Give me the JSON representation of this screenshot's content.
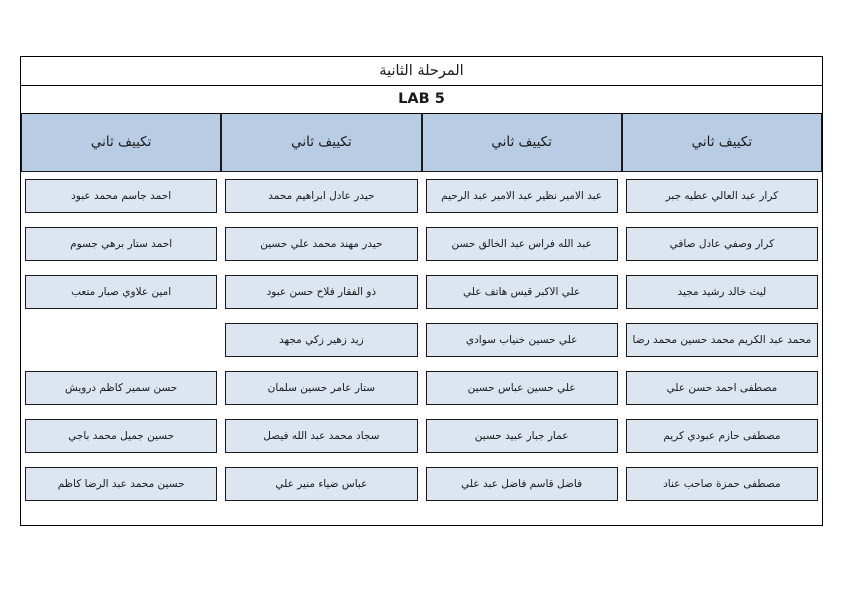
{
  "document": {
    "stage_title": "المرحلة الثانية",
    "lab_title": "LAB 5"
  },
  "colors": {
    "header_fill": "#b8cce4",
    "cell_fill": "#dce6f1",
    "border": "#1a1a1a",
    "text": "#1a1a1a",
    "page_background": "#ffffff"
  },
  "table": {
    "column_headers": [
      "تكييف ثاني",
      "تكييف ثاني",
      "تكييف ثاني",
      "تكييف ثاني"
    ],
    "columns": [
      {
        "header": "تكييف ثاني",
        "students": [
          "كرار عبد العالي عطيه جبر",
          "كرار وصفي عادل صافي",
          "ليث خالد رشيد مجيد",
          "محمد عبد الكريم محمد حسين محمد رضا",
          "مصطفى احمد حسن علي",
          "مصطفى حازم عبودي كريم",
          "مصطفى حمزة صاحب عناد"
        ]
      },
      {
        "header": "تكييف ثاني",
        "students": [
          "عبد الامير نظير عبد الامير عبد الرحيم",
          "عبد الله فراس عبد الخالق حسن",
          "علي الاكبر قيس هاتف علي",
          "علي حسين خنياب سوادي",
          "علي حسين عباس حسين",
          "عمار جبار عبيد حسين",
          "فاضل قاسم فاضل عبد علي"
        ]
      },
      {
        "header": "تكييف ثاني",
        "students": [
          "حيدر عادل ابراهيم محمد",
          "حيدر مهند محمد علي حسين",
          "ذو الفقار فلاح حسن عبود",
          "زيد زهير زكي مجهد",
          "ستار عامر حسين سلمان",
          "سجاد محمد عبد الله فيصل",
          "عباس ضياء منير علي"
        ]
      },
      {
        "header": "تكييف ثاني",
        "students": [
          "احمد جاسم محمد عبود",
          "احمد ستار برهي جسوم",
          "امين علاوي صبار متعب",
          "",
          "حسن سمير كاظم درويش",
          "حسين جميل محمد باجي",
          "حسين محمد عبد الرضا كاظم"
        ]
      }
    ]
  }
}
